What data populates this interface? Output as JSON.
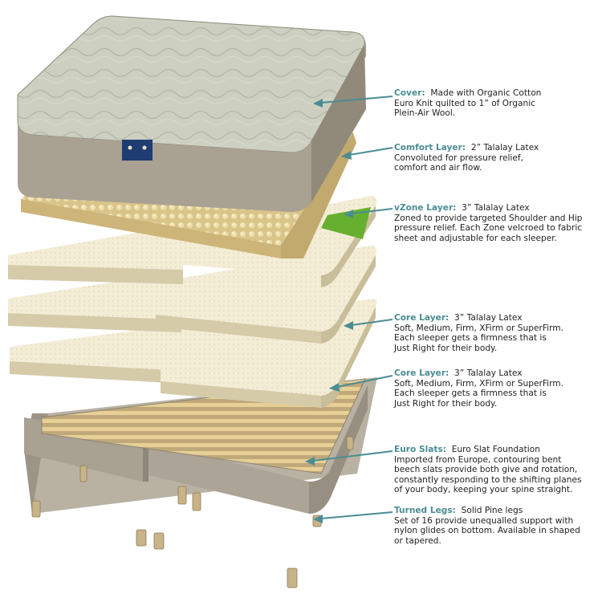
{
  "colors": {
    "accent": "#4a8d93",
    "text": "#222222",
    "cover": "#c9cbbd",
    "base": "#a29b8c",
    "latex": "#f1ead0",
    "latex_edge": "#cfc5a3",
    "slat": "#e3c98f",
    "green": "#67b02f",
    "label": "#1f3c73"
  },
  "callouts": [
    {
      "id": "cover",
      "title": "Cover:",
      "lines": [
        "Made with Organic Cotton",
        "Euro Knit quilted to 1” of Organic",
        "Plein-Air Wool."
      ]
    },
    {
      "id": "comfort",
      "title": "Comfort Layer:",
      "lines": [
        "2” Talalay Latex",
        "Convoluted for pressure relief,",
        "comfort and air flow."
      ]
    },
    {
      "id": "vzone",
      "title": "vZone Layer:",
      "lines": [
        "3” Talalay Latex",
        "Zoned to provide targeted Shoulder and Hip",
        "pressure relief.  Each Zone velcroed to fabric",
        "sheet and adjustable for each sleeper."
      ]
    },
    {
      "id": "core1",
      "title": "Core Layer:",
      "lines": [
        "3” Talalay Latex",
        "Soft, Medium, Firm, XFirm or SuperFirm.",
        "Each sleeper gets a firmness that is",
        "Just Right for their body."
      ]
    },
    {
      "id": "core2",
      "title": "Core Layer:",
      "lines": [
        "3” Talalay Latex",
        "Soft, Medium, Firm, XFirm or SuperFirm.",
        "Each sleeper gets a firmness that is",
        "Just Right for their body."
      ]
    },
    {
      "id": "slats",
      "title": "Euro Slats:",
      "lines": [
        "Euro Slat Foundation",
        "Imported from Europe, contouring bent",
        "beech slats provide both give and rotation,",
        "constantly responding to the shifting planes",
        "of your body, keeping your spine straight."
      ]
    },
    {
      "id": "legs",
      "title": "Turned Legs:",
      "lines": [
        "Solid Pine legs",
        "Set of 16 provide unequalled support with",
        "nylon glides on bottom.  Available in shaped",
        "or tapered."
      ]
    }
  ]
}
